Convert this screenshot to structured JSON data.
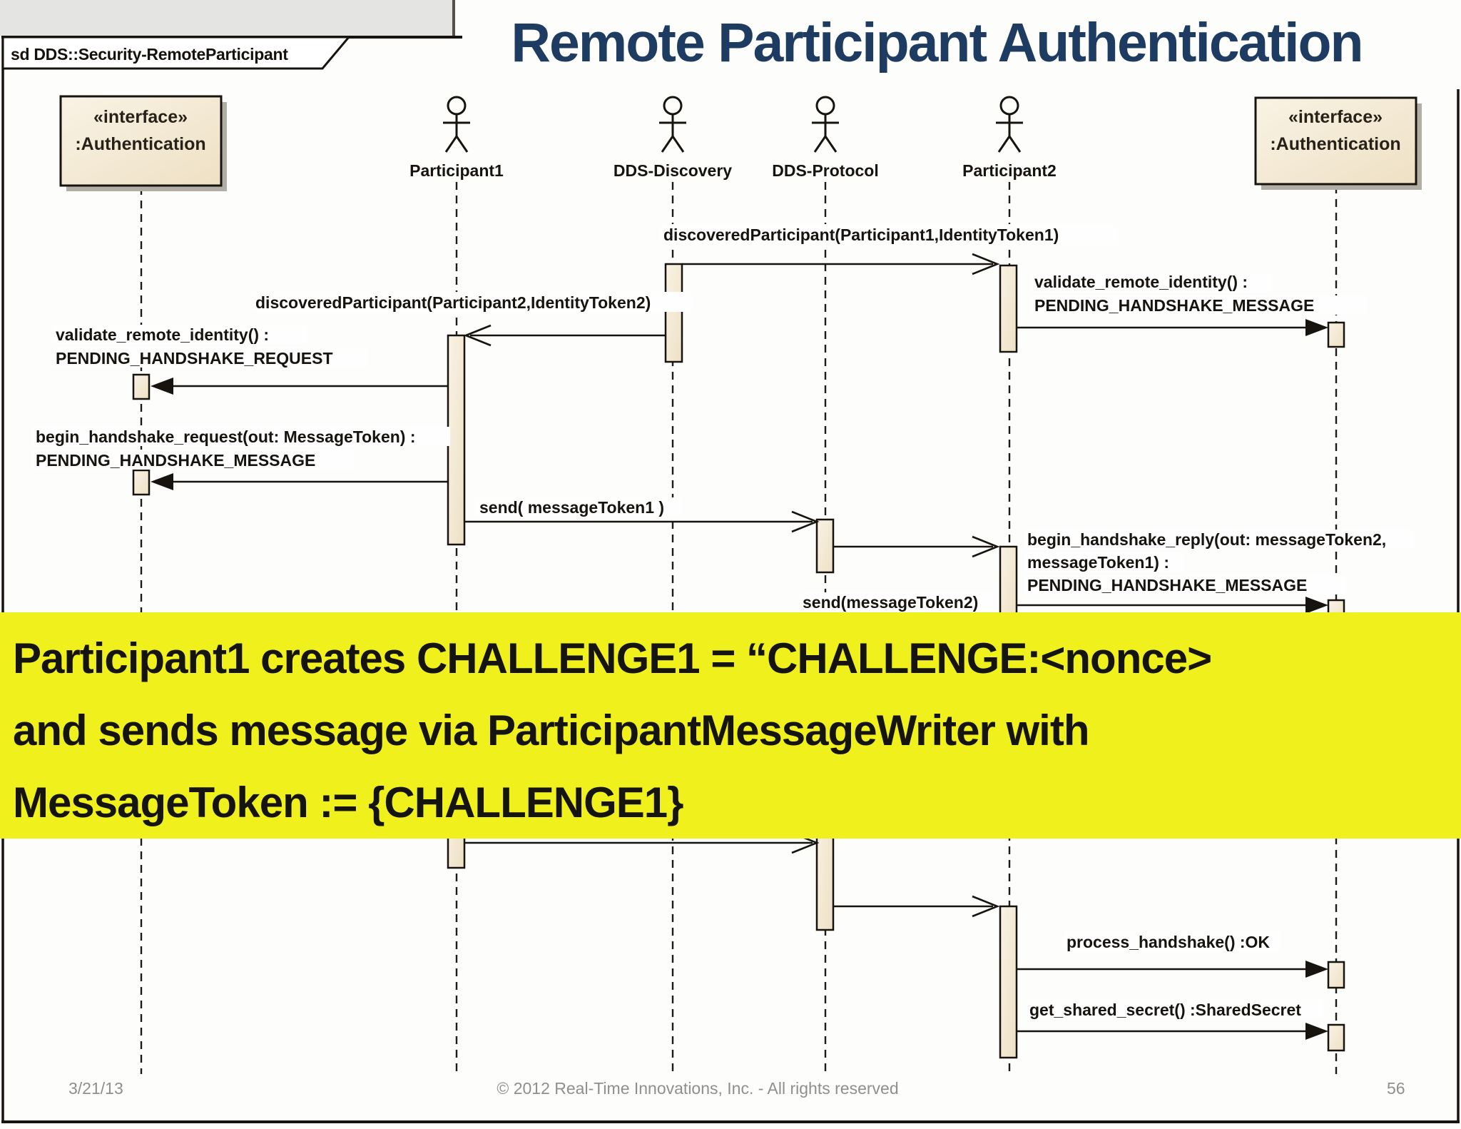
{
  "title": "Remote Participant Authentication",
  "frame": {
    "tag": "sd DDS::Security-RemoteParticipant"
  },
  "interface_left": {
    "stereotype": "«interface»",
    "name": ":Authentication"
  },
  "interface_right": {
    "stereotype": "«interface»",
    "name": ":Authentication"
  },
  "actors": [
    {
      "label": "Participant1"
    },
    {
      "label": "DDS-Discovery"
    },
    {
      "label": "DDS-Protocol"
    },
    {
      "label": "Participant2"
    }
  ],
  "messages": [
    {
      "lines": [
        "discoveredParticipant(Participant1,IdentityToken1)"
      ]
    },
    {
      "lines": [
        "validate_remote_identity() :",
        "PENDING_HANDSHAKE_MESSAGE"
      ]
    },
    {
      "lines": [
        "discoveredParticipant(Participant2,IdentityToken2)"
      ]
    },
    {
      "lines": [
        "validate_remote_identity() :",
        "PENDING_HANDSHAKE_REQUEST"
      ]
    },
    {
      "lines": [
        "begin_handshake_request(out: MessageToken) :",
        "PENDING_HANDSHAKE_MESSAGE"
      ]
    },
    {
      "lines": [
        "send( messageToken1 )"
      ]
    },
    {
      "lines": [
        "begin_handshake_reply(out: messageToken2,",
        "messageToken1) :",
        "PENDING_HANDSHAKE_MESSAGE"
      ]
    },
    {
      "lines": [
        "send(messageToken2)"
      ]
    },
    {
      "lines": [
        "process_handshake() :OK"
      ]
    },
    {
      "lines": [
        "get_shared_secret() :SharedSecret"
      ]
    }
  ],
  "annotation": {
    "bg_color": "#f0f11c",
    "lines": [
      "Participant1 creates CHALLENGE1 = “CHALLENGE:<nonce>",
      "and sends message via ParticipantMessageWriter with",
      "MessageToken := {CHALLENGE1}"
    ]
  },
  "footer": {
    "date": "3/21/13",
    "copyright": "© 2012 Real-Time Innovations, Inc.  -  All rights reserved",
    "page": "56"
  },
  "colors": {
    "title_text": "#1e3c62",
    "annotation_bg": "#f0f11c",
    "box_fill": "#f4ecd9",
    "line_black": "#17130e",
    "footer_text": "#8f8f8f",
    "top_band": "#e4e4e2"
  }
}
